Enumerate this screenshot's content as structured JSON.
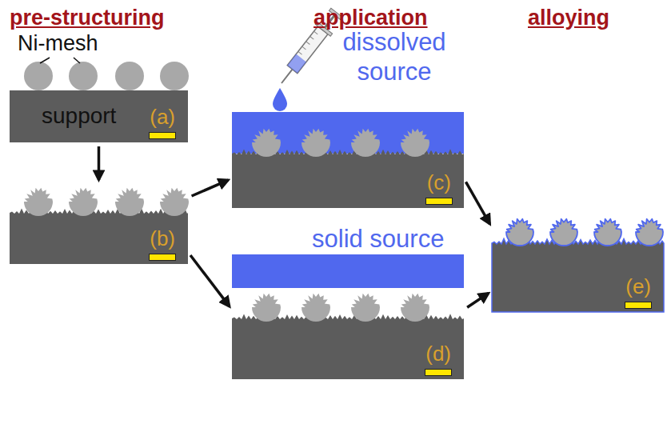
{
  "diagram": {
    "nodes": [
      {
        "text": [
          "support",
          "(a)"
        ]
      },
      {
        "text": [
          "(b)"
        ]
      },
      {
        "text": [
          "(c)"
        ]
      },
      {
        "text": [
          "(d)"
        ]
      },
      {
        "text": [
          "(e)"
        ]
      }
    ],
    "edges": [
      {
        "from": 0,
        "to": 1,
        "arrow": "to"
      },
      {
        "from": 1,
        "to": 2,
        "arrow": "to"
      },
      {
        "from": 1,
        "to": 3,
        "arrow": "to"
      },
      {
        "from": 2,
        "to": 4,
        "arrow": "to"
      },
      {
        "from": 3,
        "to": 4,
        "arrow": "to"
      }
    ],
    "labels": [
      "pre-structuring",
      "application",
      "alloying",
      "Ni-mesh",
      "dissolved source",
      "solid source"
    ]
  }
}
